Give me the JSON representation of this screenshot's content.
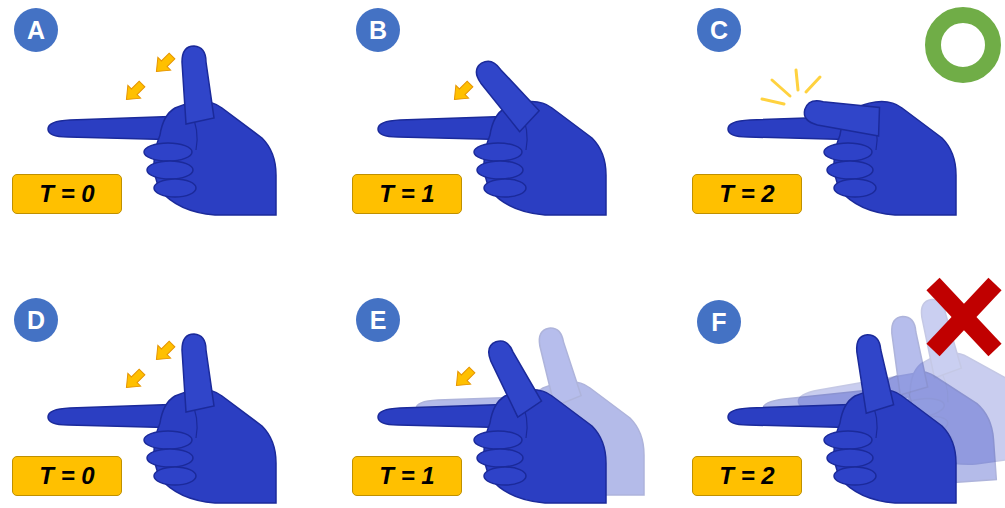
{
  "diagram": {
    "nodes": [
      {
        "text": [
          "A"
        ]
      },
      {
        "text": [
          "B"
        ]
      },
      {
        "text": [
          "C"
        ]
      },
      {
        "text": [
          "T = 0"
        ]
      },
      {
        "text": [
          "T = 1"
        ]
      },
      {
        "text": [
          "T = 2"
        ]
      },
      {
        "text": [
          "D"
        ]
      },
      {
        "text": [
          "E"
        ]
      },
      {
        "text": [
          "F"
        ]
      },
      {
        "text": [
          "T = 0"
        ]
      },
      {
        "text": [
          "T = 1"
        ]
      },
      {
        "text": [
          "T = 2"
        ]
      }
    ]
  }
}
